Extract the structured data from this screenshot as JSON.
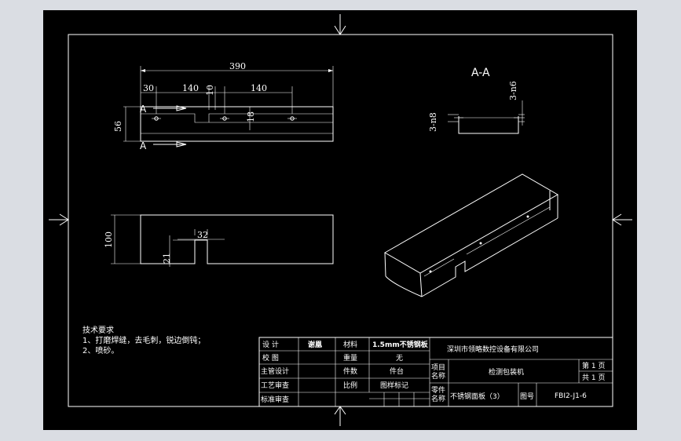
{
  "section_label": "A-A",
  "section_marker": "A",
  "dims": {
    "overall_length": "390",
    "d30": "30",
    "d140a": "140",
    "d10": "10",
    "d140b": "140",
    "d56": "56",
    "d18": "18",
    "d100": "100",
    "d32": "32",
    "d21": "21",
    "hole_top": "3-n6",
    "hole_side": "3-n8"
  },
  "notes": {
    "title": "技术要求",
    "line1": "1、打磨焊缝，去毛刺，锐边倒钝；",
    "line2": "2、喷砂。"
  },
  "title_block": {
    "design_label": "设    计",
    "designer": "谢凰",
    "check_label": "校    图",
    "chief_label": "主管设计",
    "process_label": "工艺审查",
    "standard_label": "标准审查",
    "material_label": "材料",
    "material_value": "1.5mm不锈钢板",
    "weight_label": "重量",
    "weight_value": "无",
    "qty_label": "件数",
    "qty_value": "件台",
    "scale_label": "比例",
    "scale_value": "图样标记",
    "company": "深圳市领略数控设备有限公司",
    "project_label_1": "项目",
    "project_label_2": "名称",
    "project_name": "检测包装机",
    "sheet_label": "第 1 页",
    "total_label": "共 1 页",
    "part_label_1": "零件",
    "part_label_2": "名称",
    "part_name": "不锈钢面板（3）",
    "drawing_no_label": "图号",
    "drawing_no": "FBI2-J1-6"
  },
  "colors": {
    "background": "#dadde3",
    "sheet": "#000000",
    "lines": "#ffffff"
  }
}
